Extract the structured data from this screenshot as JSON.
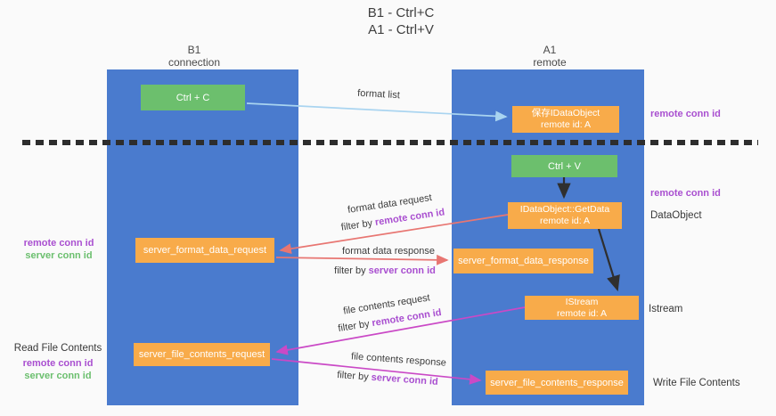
{
  "title": {
    "line1": "B1 - Ctrl+C",
    "line2": "A1 - Ctrl+V"
  },
  "columns": {
    "left": {
      "header_line1": "B1",
      "header_line2": "connection"
    },
    "right": {
      "header_line1": "A1",
      "header_line2": "remote"
    }
  },
  "nodes": {
    "ctrl_c": {
      "label": "Ctrl + C"
    },
    "save_idataobject": {
      "line1": "保存IDataObject",
      "line2": "remote id: A"
    },
    "ctrl_v": {
      "label": "Ctrl + V"
    },
    "getdata": {
      "line1": "IDataObject::GetData",
      "line2": "remote id: A"
    },
    "format_request": {
      "label": "server_format_data_request"
    },
    "format_response": {
      "label": "server_format_data_response"
    },
    "istream": {
      "line1": "IStream",
      "line2": "remote id: A"
    },
    "file_request": {
      "label": "server_file_contents_request"
    },
    "file_response": {
      "label": "server_file_contents_response"
    }
  },
  "arrow_labels": {
    "format_list": "format list",
    "format_data_request": "format data request",
    "format_data_response": "format data response",
    "file_contents_request": "file contents request",
    "file_contents_response": "file contents response",
    "filter_by": "filter by ",
    "remote_conn_id": "remote conn id",
    "server_conn_id": "server conn id"
  },
  "side_labels": {
    "remote_conn_id": "remote conn id",
    "server_conn_id": "server conn id",
    "dataobject": "DataObject",
    "istream": "Istream",
    "read_file_contents": "Read File Contents",
    "write_file_contents": "Write File Contents"
  },
  "colors": {
    "column_blue": "#4a7bce",
    "box_green": "#6cbf6d",
    "box_orange": "#f8ab4a",
    "arrow_lightblue": "#a9d4f0",
    "arrow_salmon": "#e87672",
    "arrow_magenta": "#ca49c6",
    "arrow_black": "#2f2f2f",
    "text_purple": "#a94fd0",
    "text_green": "#6bbf6e",
    "dashed_separator": "#2d2d2d"
  }
}
